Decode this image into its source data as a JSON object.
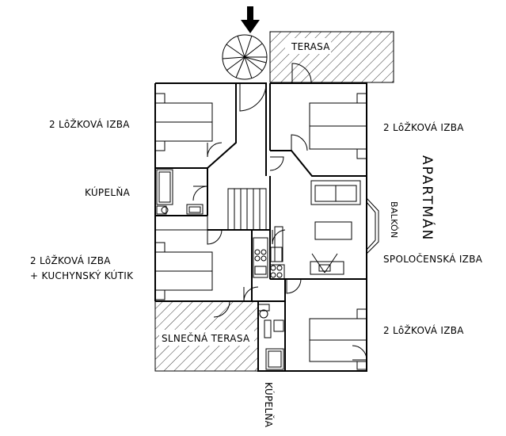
{
  "labels": {
    "terasa": "TERASA",
    "room_left_top": "2 LôŽKOVÁ IZBA",
    "kupelna_left": "KÚPELŇA",
    "room_left_bottom_1": "2 LôŽKOVÁ IZBA",
    "room_left_bottom_2": "+ KUCHYNSKÝ KÚTIK",
    "slnecna_terasa": "SLNEČNÁ TERASA",
    "kupelna_bottom": "KÚPELŇA",
    "room_right_top": "2 LôŽKOVÁ IZBA",
    "apartman": "APARTMÁN",
    "balkon": "BALKÓN",
    "spolocenska": "SPOLOČENSKÁ IZBA",
    "room_right_bottom": "2 LôŽKOVÁ IZBA"
  },
  "icons": {
    "entrance": "arrow-down-icon",
    "stair": "spiral-staircase-icon"
  }
}
